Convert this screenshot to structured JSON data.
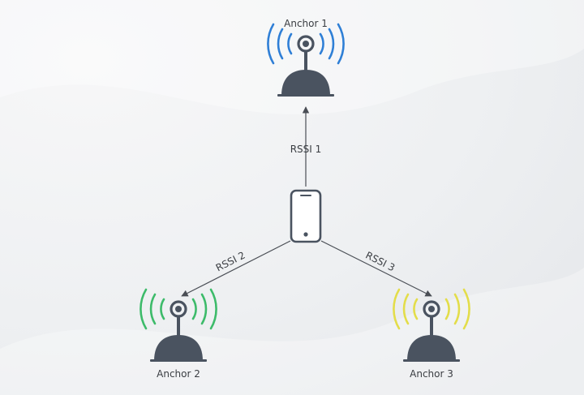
{
  "anchors": [
    {
      "label": "Anchor 1",
      "wave_color": "#2f7fd6"
    },
    {
      "label": "Anchor 2",
      "wave_color": "#3dbb6a"
    },
    {
      "label": "Anchor 3",
      "wave_color": "#e3dd4a"
    }
  ],
  "edges": [
    {
      "label": "RSSI 1"
    },
    {
      "label": "RSSI 2"
    },
    {
      "label": "RSSI 3"
    }
  ],
  "colors": {
    "tower": "#4a5360",
    "edge": "#4a4e55",
    "text": "#3a3d42"
  },
  "icons": {
    "device": "smartphone-icon",
    "anchor": "antenna-beacon-icon"
  }
}
